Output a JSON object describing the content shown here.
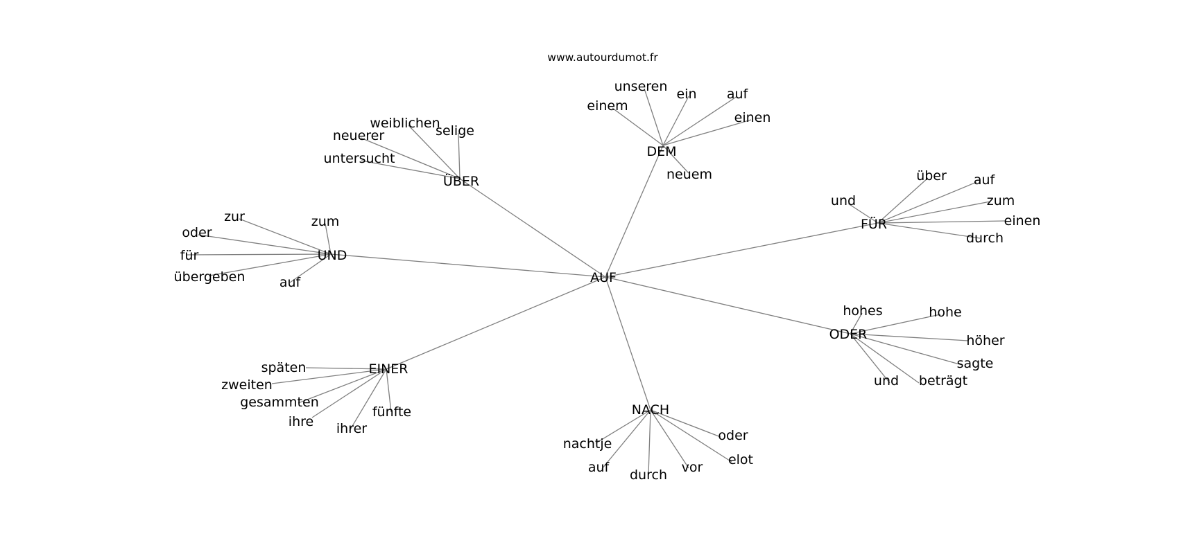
{
  "header": {
    "site_url": "www.autourdumot.fr"
  },
  "graph": {
    "center": "AUF",
    "hubs": [
      {
        "id": "dem",
        "word": "DEM",
        "children": [
          "einem",
          "unseren",
          "ein",
          "auf",
          "einen",
          "neuem"
        ]
      },
      {
        "id": "uber",
        "word": "ÜBER",
        "children": [
          "weiblichen",
          "selige",
          "neuerer",
          "untersucht"
        ]
      },
      {
        "id": "und",
        "word": "UND",
        "children": [
          "zur",
          "zum",
          "oder",
          "für",
          "übergeben",
          "auf"
        ]
      },
      {
        "id": "fur",
        "word": "FÜR",
        "children": [
          "über",
          "und",
          "auf",
          "zum",
          "einen",
          "durch"
        ]
      },
      {
        "id": "oder",
        "word": "ODER",
        "children": [
          "hohes",
          "hohe",
          "höher",
          "sagte",
          "beträgt",
          "und"
        ]
      },
      {
        "id": "einer",
        "word": "EINER",
        "children": [
          "späten",
          "zweiten",
          "gesammten",
          "ihre",
          "ihrer",
          "fünfte"
        ]
      },
      {
        "id": "nach",
        "word": "NACH",
        "children": [
          "nachtje",
          "oder",
          "elot",
          "vor",
          "durch",
          "auf"
        ]
      }
    ]
  }
}
